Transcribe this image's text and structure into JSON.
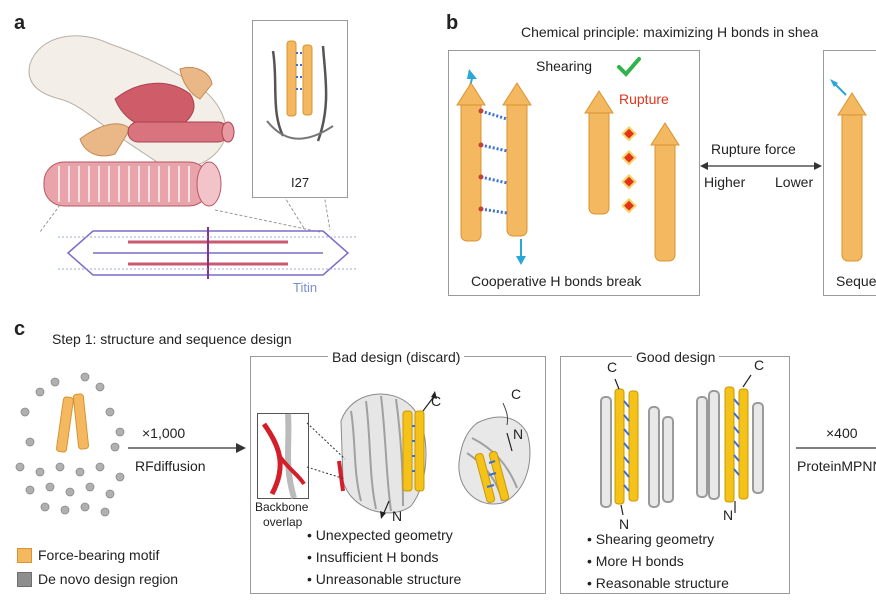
{
  "panel_a": {
    "letter": "a",
    "inset_label": "I27",
    "titin_label": "Titin"
  },
  "panel_b": {
    "letter": "b",
    "heading": "Chemical principle: maximizing H bonds in shea",
    "shearing": "Shearing",
    "rupture": "Rupture",
    "rupture_force": "Rupture force",
    "higher": "Higher",
    "lower": "Lower",
    "caption_left": "Cooperative H bonds break",
    "caption_right": "Seque"
  },
  "panel_c": {
    "letter": "c",
    "heading": "Step 1: structure and sequence design",
    "multiplier_1": "×1,000",
    "tool_1": "RFdiffusion",
    "legend": [
      {
        "label": "Force-bearing motif",
        "color": "#f4b860"
      },
      {
        "label": "De novo design region",
        "color": "#8e8e8e"
      }
    ],
    "bad": {
      "title": "Bad design (discard)",
      "backbone_label_1": "Backbone",
      "backbone_label_2": "overlap",
      "term_c1": "C",
      "term_n1": "N",
      "term_c2": "C",
      "term_n2": "N",
      "bullets": [
        "Unexpected geometry",
        "Insufficient H bonds",
        "Unreasonable structure"
      ]
    },
    "good": {
      "title": "Good design",
      "term_c1": "C",
      "term_n1": "N",
      "term_c2": "C",
      "term_n2": "N",
      "bullets": [
        "Shearing geometry",
        "More H bonds",
        "Reasonable structure"
      ]
    },
    "multiplier_2": "×400",
    "tool_2": "ProteinMPNN"
  },
  "colors": {
    "motif": "#f4b860",
    "motif_dark": "#d9932f",
    "muscle": "#d9737d",
    "titin": "#7a8fd0",
    "hbond_blue": "#3a6fd8",
    "check": "#2fb34a",
    "rupture": "#e0341b",
    "arrow_blue": "#2aa7d8"
  },
  "bullet_glyph": "•"
}
